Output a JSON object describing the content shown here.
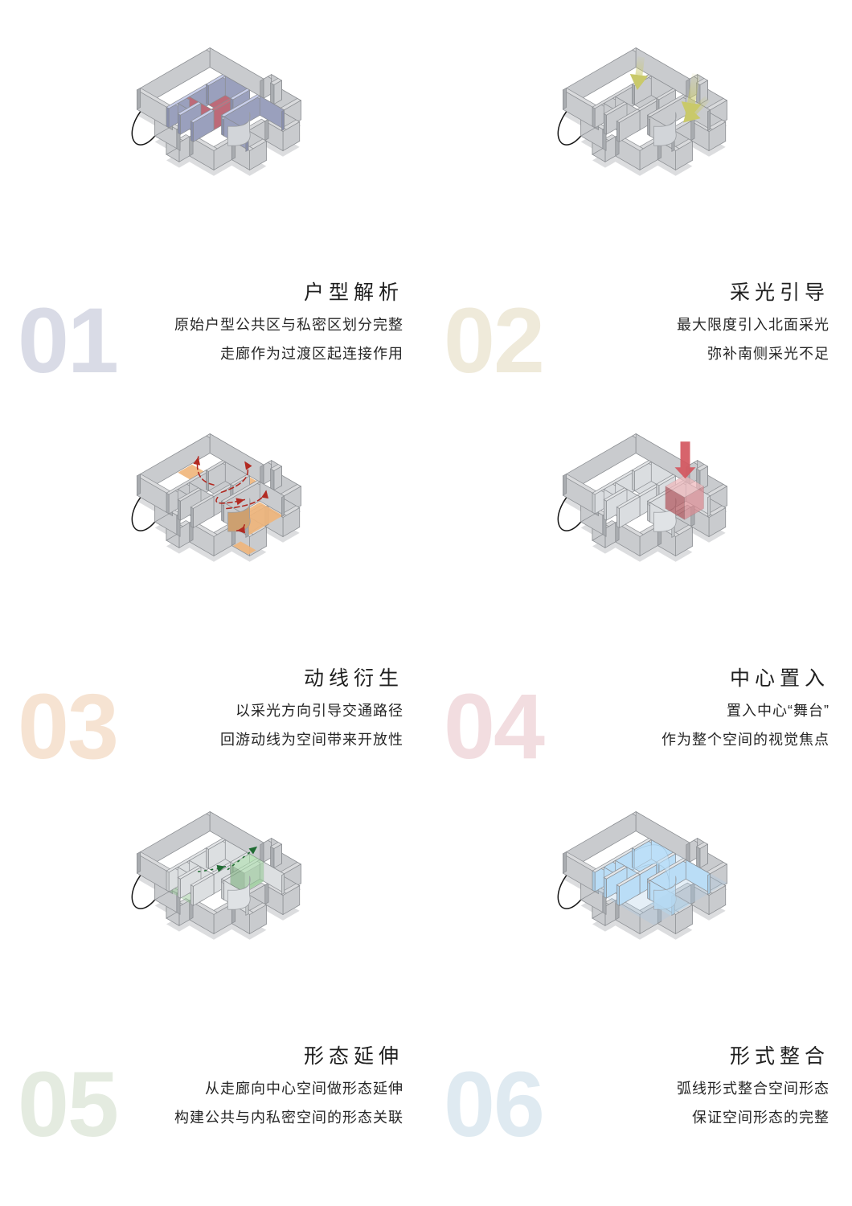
{
  "document": {
    "kind": "architectural-concept-diagram",
    "background": "#ffffff",
    "panel_count": 6
  },
  "palette": {
    "wall_top": "#d9dadc",
    "wall_face_light": "#c9cbce",
    "wall_face_dark": "#a9acb0",
    "floor": "#ffffff",
    "outline": "#1a1a1a",
    "shadow": "#bfc1c4",
    "accent_01": "#9aa0bd",
    "accent_01_hot": "#c3707f",
    "accent_02": "#c9c96a",
    "accent_03": "#f0b57a",
    "accent_03_arrow": "#b22a22",
    "accent_04": "#d96b72",
    "accent_05": "#8cc08c",
    "accent_05_arrow": "#1f6b32",
    "accent_06": "#a8cbe4",
    "num_01": "#d9dbe6",
    "num_02": "#efeada",
    "num_03": "#f6e3d2",
    "num_04": "#f2dde0",
    "num_05": "#e4ebe0",
    "num_06": "#dfeaf1"
  },
  "panels": [
    {
      "number": "01",
      "number_color": "#d9dbe6",
      "title": "户型解析",
      "line1": "原始户型公共区与私密区划分完整",
      "line2": "走廊作为过渡区起连接作用",
      "scheme": "partition",
      "accent": "#9aa0bd",
      "accent2": "#c3707f"
    },
    {
      "number": "02",
      "number_color": "#efeada",
      "title": "采光引导",
      "line1": "最大限度引入北面采光",
      "line2": "弥补南侧采光不足",
      "scheme": "daylight",
      "accent": "#c9c96a",
      "accent2": "#e6e6b0"
    },
    {
      "number": "03",
      "number_color": "#f6e3d2",
      "title": "动线衍生",
      "line1": "以采光方向引导交通路径",
      "line2": "回游动线为空间带来开放性",
      "scheme": "circulation",
      "accent": "#f0b57a",
      "accent2": "#b22a22"
    },
    {
      "number": "04",
      "number_color": "#f2dde0",
      "title": "中心置入",
      "line1": "置入中心“舞台”",
      "line2": "作为整个空间的视觉焦点",
      "scheme": "stage",
      "accent": "#d96b72",
      "accent2": "#e9a7ac"
    },
    {
      "number": "05",
      "number_color": "#e4ebe0",
      "title": "形态延伸",
      "line1": "从走廊向中心空间做形态延伸",
      "line2": "构建公共与内私密空间的形态关联",
      "scheme": "extend",
      "accent": "#8cc08c",
      "accent2": "#1f6b32"
    },
    {
      "number": "06",
      "number_color": "#dfeaf1",
      "title": "形式整合",
      "line1": "弧线形式整合空间形态",
      "line2": "保证空间形态的完整",
      "scheme": "integrate",
      "accent": "#a8cbe4",
      "accent2": "#cfe4f2"
    }
  ]
}
